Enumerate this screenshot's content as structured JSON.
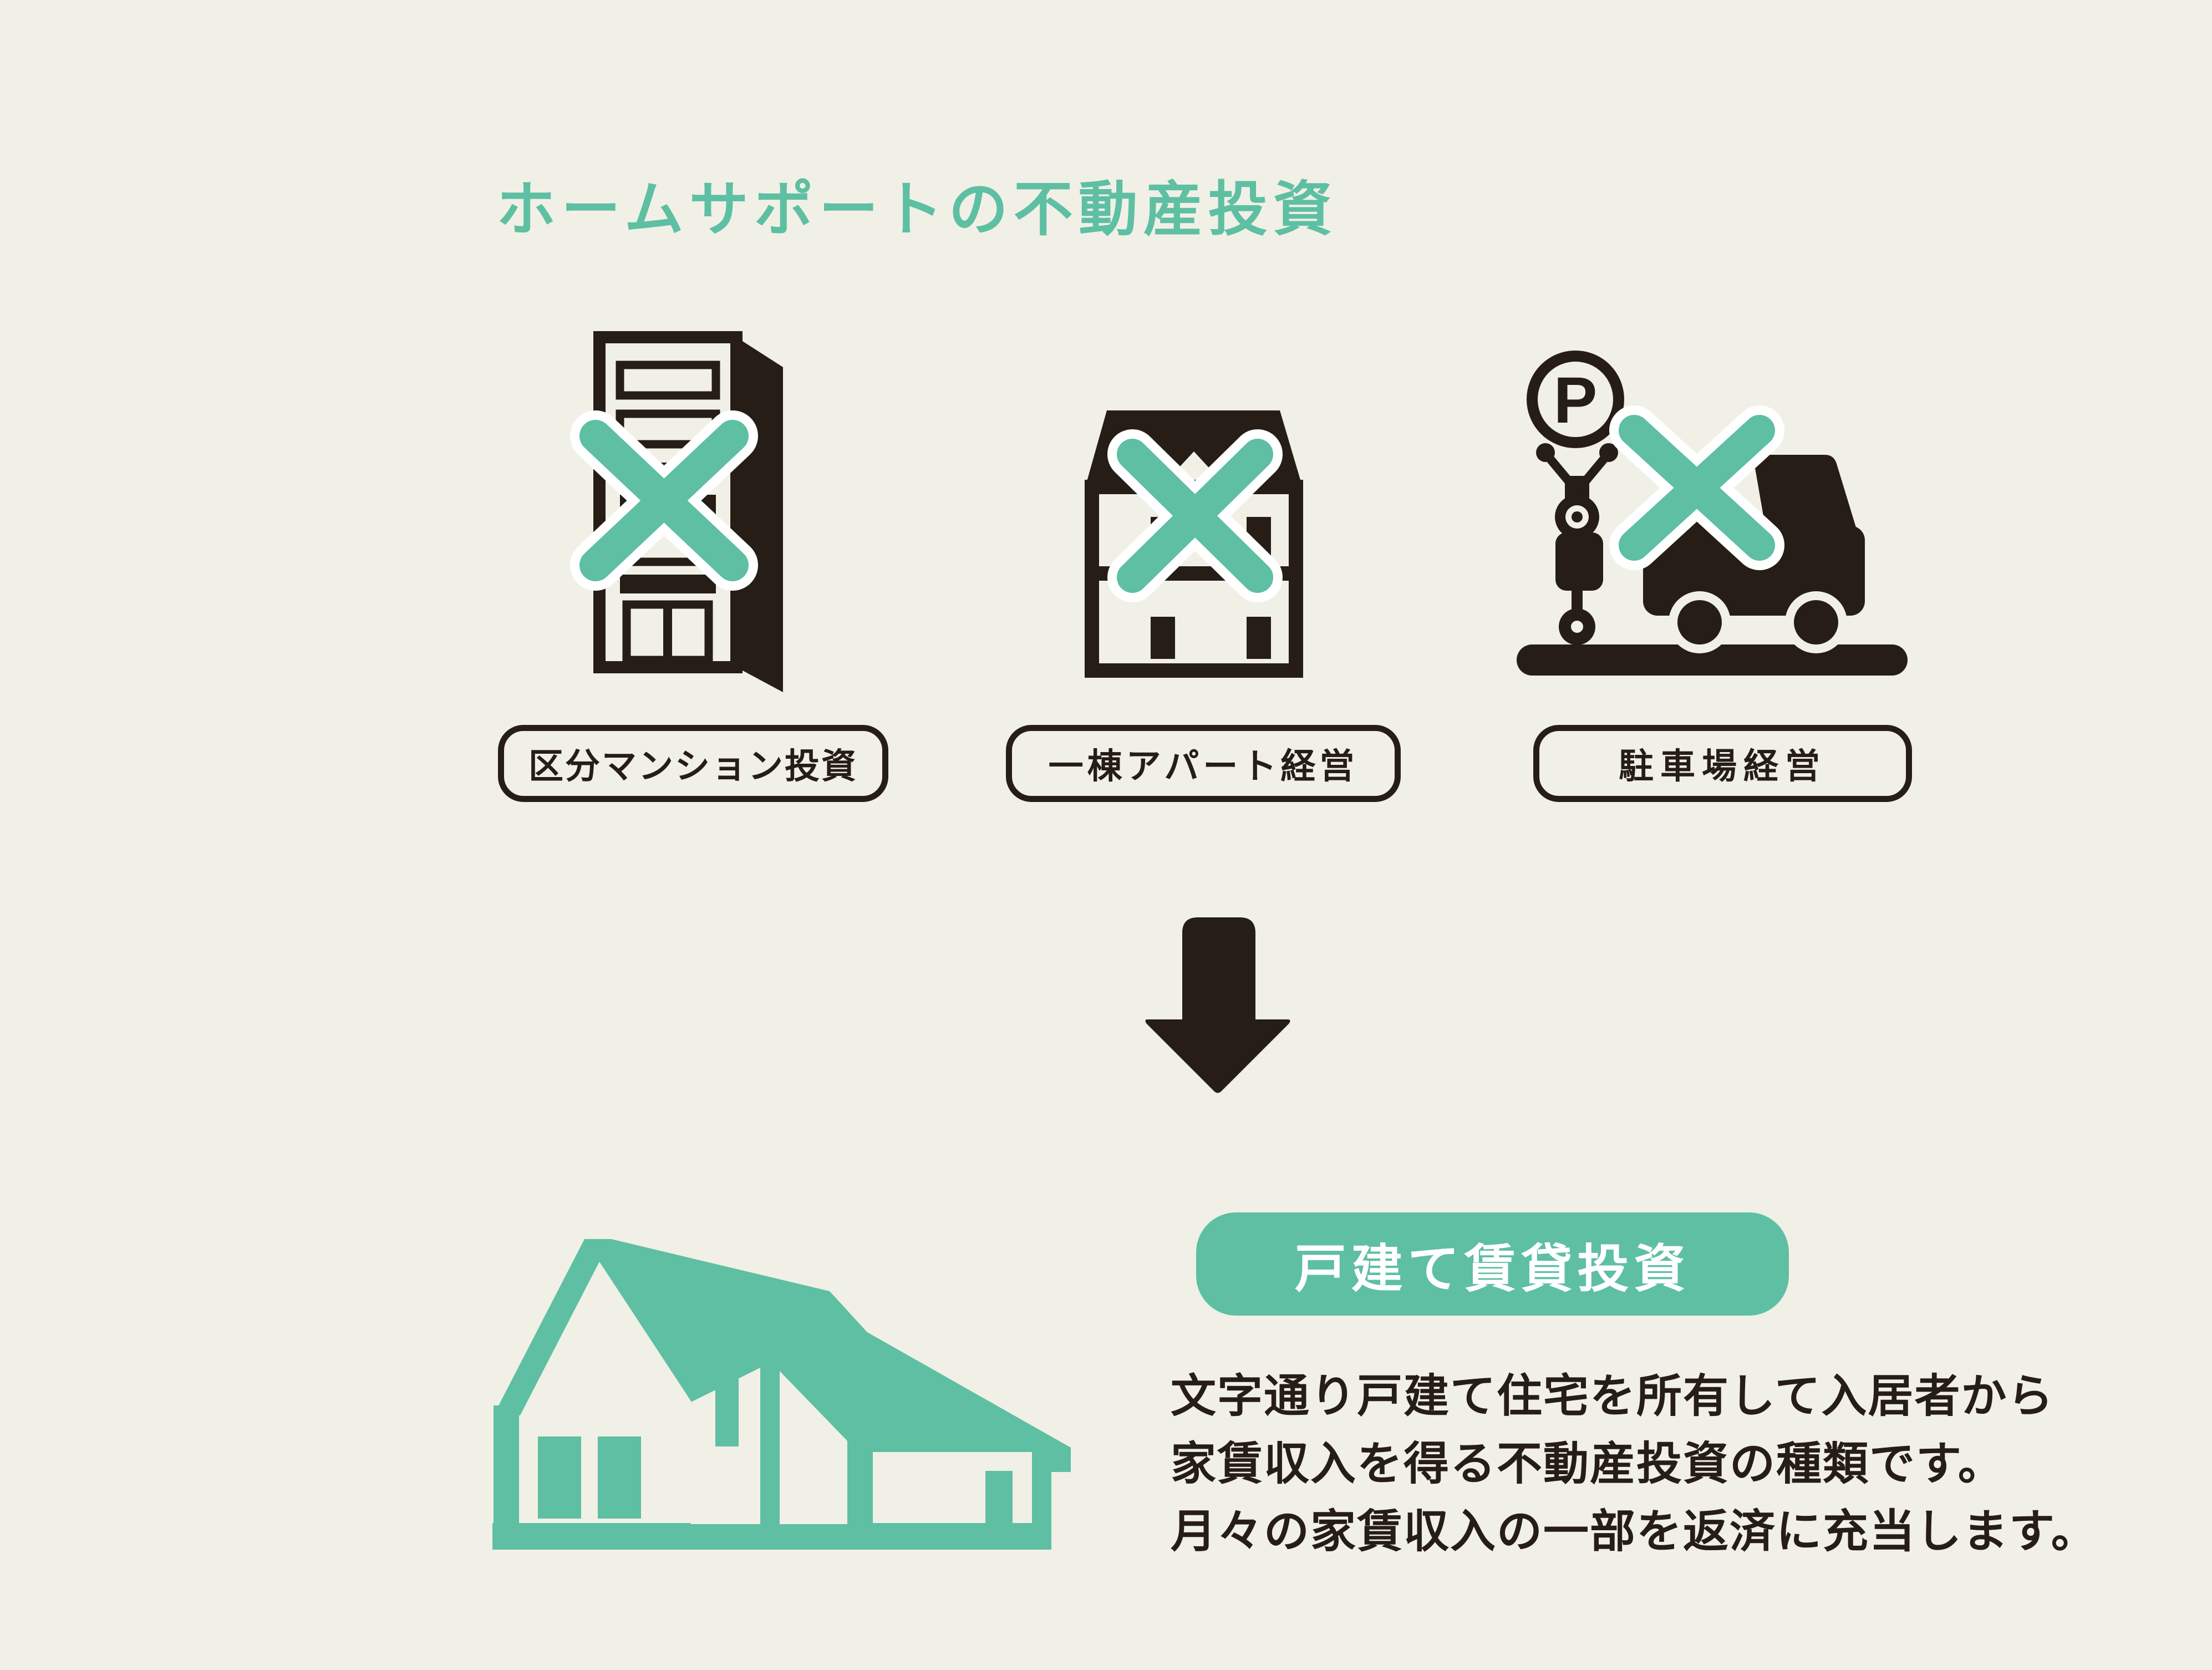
{
  "page": {
    "colors": {
      "background": "#f1f0e6",
      "teal_accent": "#5ebfa3",
      "dark_ink": "#271d17",
      "white": "#ffffff"
    }
  },
  "title": "ホームサポートの不動産投資",
  "rejected_options": [
    {
      "label": "区分マンション投資",
      "icon": "condo-building-icon",
      "overlay": "cross-x-icon"
    },
    {
      "label": "一棟アパート経営",
      "icon": "apartment-building-icon",
      "overlay": "cross-x-icon"
    },
    {
      "label": "駐車場経営",
      "icon": "parking-lot-icon",
      "overlay": "cross-x-icon"
    }
  ],
  "parking_sign_letter": "P",
  "flow": {
    "arrow_icon": "down-arrow-icon"
  },
  "recommended": {
    "icon": "detached-house-icon",
    "badge_label": "戸建て賃貸投資",
    "description_lines": [
      "文字通り戸建て住宅を所有して入居者から",
      "家賃収入を得る不動産投資の種類です。",
      "月々の家賃収入の一部を返済に充当します。"
    ]
  }
}
